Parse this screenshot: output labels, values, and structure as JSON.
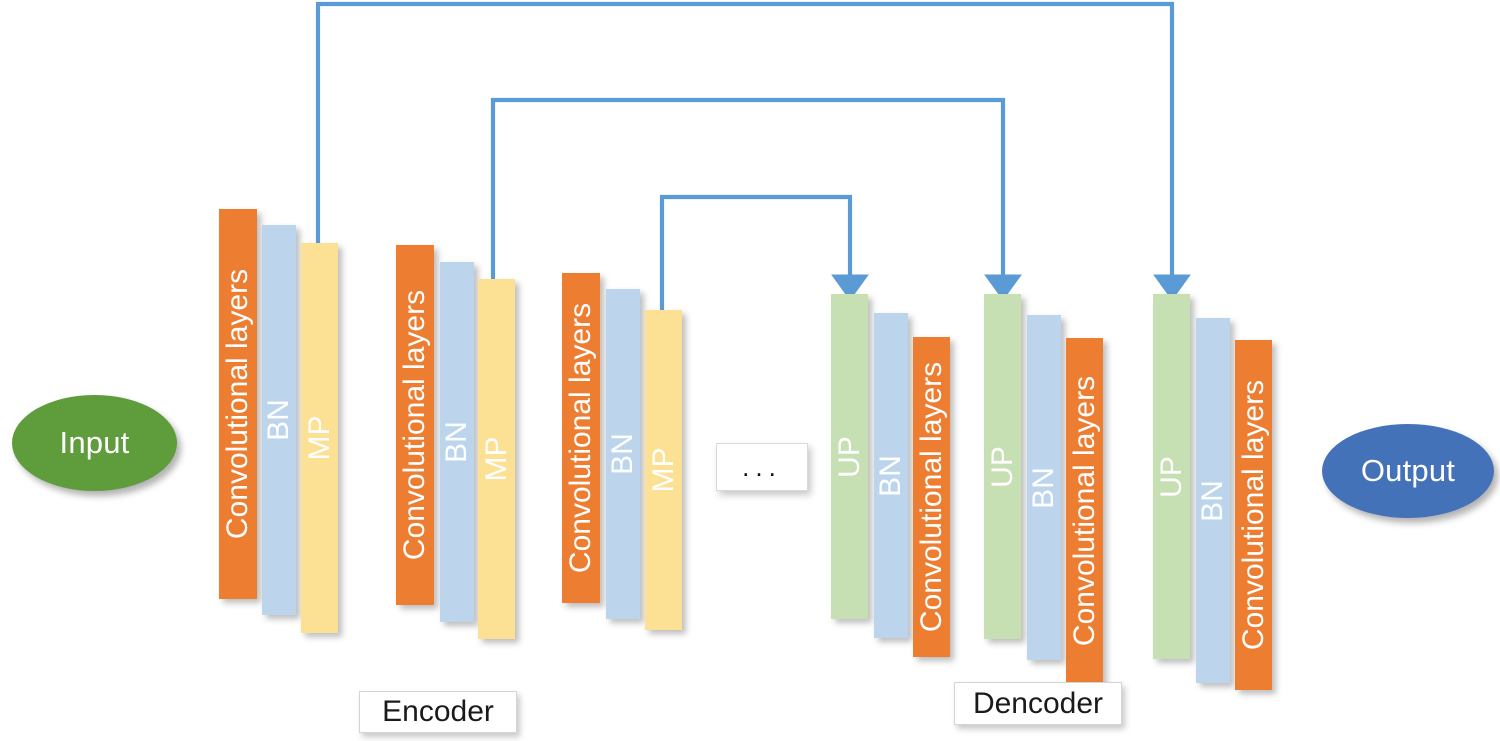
{
  "diagram": {
    "title": "Encoder-Decoder (U-Net style) network architecture",
    "colors": {
      "conv": "#ED7D31",
      "bn": "#BCD5EC",
      "mp": "#FCE195",
      "up": "#C6E0B4",
      "input_ellipse": "#5E9C3C",
      "output_ellipse": "#4472B8",
      "skip_arrow": "#5B9BD5"
    }
  },
  "endpoints": {
    "input_label": "Input",
    "output_label": "Output"
  },
  "section_labels": {
    "encoder": "Encoder",
    "dencoder": "Dencoder"
  },
  "ellipsis": {
    "label": "..."
  },
  "encoder_blocks": [
    {
      "id": "enc1",
      "bars": [
        {
          "name": "conv",
          "label": "Convolutional layers"
        },
        {
          "name": "bn",
          "label": "BN"
        },
        {
          "name": "mp",
          "label": "MP"
        }
      ]
    },
    {
      "id": "enc2",
      "bars": [
        {
          "name": "conv",
          "label": "Convolutional layers"
        },
        {
          "name": "bn",
          "label": "BN"
        },
        {
          "name": "mp",
          "label": "MP"
        }
      ]
    },
    {
      "id": "enc3",
      "bars": [
        {
          "name": "conv",
          "label": "Convolutional layers"
        },
        {
          "name": "bn",
          "label": "BN"
        },
        {
          "name": "mp",
          "label": "MP"
        }
      ]
    }
  ],
  "decoder_blocks": [
    {
      "id": "dec1",
      "bars": [
        {
          "name": "up",
          "label": "UP"
        },
        {
          "name": "bn",
          "label": "BN"
        },
        {
          "name": "conv",
          "label": "Convolutional layers"
        }
      ]
    },
    {
      "id": "dec2",
      "bars": [
        {
          "name": "up",
          "label": "UP"
        },
        {
          "name": "bn",
          "label": "BN"
        },
        {
          "name": "conv",
          "label": "Convolutional layers"
        }
      ]
    },
    {
      "id": "dec3",
      "bars": [
        {
          "name": "up",
          "label": "UP"
        },
        {
          "name": "bn",
          "label": "BN"
        },
        {
          "name": "conv",
          "label": "Convolutional layers"
        }
      ]
    }
  ],
  "skip_connections": [
    {
      "id": "skip-1",
      "from": "enc1-mp",
      "to": "dec3-up"
    },
    {
      "id": "skip-2",
      "from": "enc2-mp",
      "to": "dec2-up"
    },
    {
      "id": "skip-3",
      "from": "enc3-mp",
      "to": "dec1-up"
    }
  ]
}
